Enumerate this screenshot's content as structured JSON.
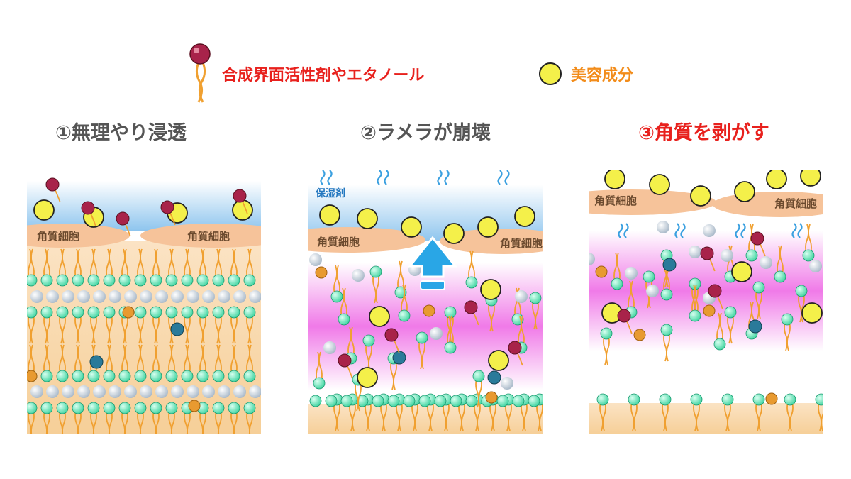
{
  "legend": {
    "surfactant_label": "合成界面活性剤やエタノール",
    "beauty_label": "美容成分"
  },
  "panels": [
    {
      "title": "①無理やり浸透",
      "cell_labels": [
        "角質細胞",
        "角質細胞"
      ]
    },
    {
      "title": "②ラメラが崩壊",
      "cell_labels": [
        "角質細胞",
        "角質細胞"
      ],
      "moisturizer_label": "保湿剤"
    },
    {
      "title": "③角質を剥がす",
      "cell_labels": [
        "角質細胞",
        "角質細胞"
      ]
    }
  ],
  "colors": {
    "surfactant": "#a8234a",
    "beauty": "#f4f04a",
    "lipid_head": "#3fd4a0",
    "title_highlight": "#e8211d",
    "beauty_text": "#f28c1a"
  }
}
